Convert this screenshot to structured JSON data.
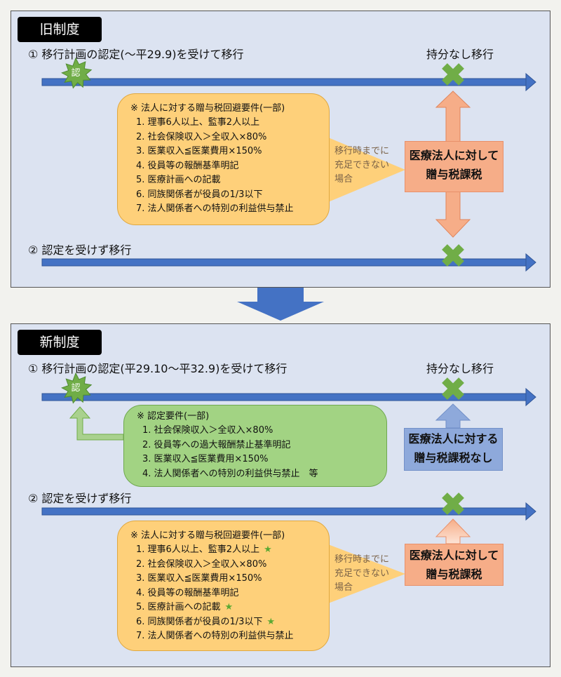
{
  "old_system": {
    "title": "旧制度",
    "route1_label": "① 移行計画の認定(～平29.9)を受けて移行",
    "no_share_label": "持分なし移行",
    "nintei_badge": "認",
    "requirements": {
      "title": "※ 法人に対する贈与税回避要件(一部)",
      "items": [
        "1. 理事6人以上、監事2人以上",
        "2. 社会保険収入＞全収入×80%",
        "3. 医業収入≦医業費用×150%",
        "4. 役員等の報酬基準明記",
        "5. 医療計画への記載",
        "6. 同族関係者が役員の1/3以下",
        "7. 法人関係者への特別の利益供与禁止"
      ]
    },
    "unmet_note": "移行時までに\n充足できない\n場合",
    "tax_box": {
      "line1": "医療法人に対して",
      "line2": "贈与税課税"
    },
    "route2_label": "② 認定を受けず移行"
  },
  "new_system": {
    "title": "新制度",
    "route1_label": "① 移行計画の認定(平29.10～平32.9)を受けて移行",
    "no_share_label": "持分なし移行",
    "nintei_badge": "認",
    "nintei_requirements": {
      "title": "※ 認定要件(一部)",
      "items": [
        "1. 社会保険収入＞全収入×80%",
        "2. 役員等への過大報酬禁止基準明記",
        "3. 医業収入≦医業費用×150%",
        "4. 法人関係者への特別の利益供与禁止　等"
      ]
    },
    "no_tax_box": {
      "line1": "医療法人に対する",
      "line2": "贈与税課税なし"
    },
    "route2_label": "② 認定を受けず移行",
    "requirements": {
      "title": "※ 法人に対する贈与税回避要件(一部)",
      "items": [
        {
          "text": "1. 理事6人以上、監事2人以上",
          "star": "★"
        },
        {
          "text": "2. 社会保険収入＞全収入×80%",
          "star": ""
        },
        {
          "text": "3. 医業収入≦医業費用×150%",
          "star": ""
        },
        {
          "text": "4. 役員等の報酬基準明記",
          "star": ""
        },
        {
          "text": "5. 医療計画への記載",
          "star": "★"
        },
        {
          "text": "6. 同族関係者が役員の1/3以下",
          "star": "★"
        },
        {
          "text": "7. 法人関係者への特別の利益供与禁止",
          "star": ""
        }
      ]
    },
    "unmet_note": "移行時までに\n充足できない\n場合",
    "tax_box": {
      "line1": "医療法人に対して",
      "line2": "贈与税課税"
    }
  },
  "colors": {
    "panel_bg": "#dce3f1",
    "arrow_blue": "#4472c4",
    "cross_green": "#70ad47",
    "callout_yellow": "#fed07a",
    "callout_green": "#a2d383",
    "box_orange": "#f6ad88",
    "box_blue": "#8ea9db"
  }
}
